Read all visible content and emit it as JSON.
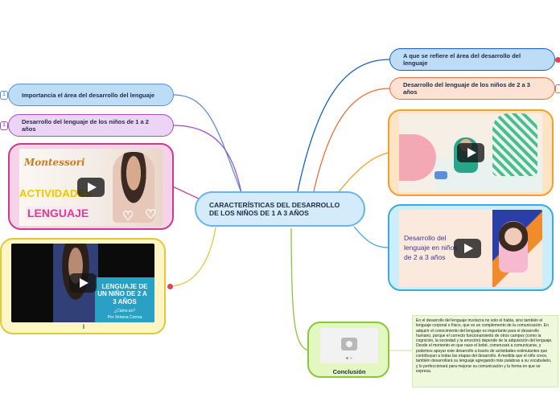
{
  "colors": {
    "central_fill": "#d4ebfb",
    "central_border": "#6bb3e8",
    "blue_fill": "#bddcf6",
    "blue_border": "#5b8fd6",
    "purple_fill": "#ecd4f5",
    "purple_border": "#a04fc7",
    "pink_fill": "#f6d3e8",
    "pink_border": "#cc3a8c",
    "yellow_fill": "#fcf6c6",
    "yellow_border": "#e2c83a",
    "red_fill": "#fde2e2",
    "red_border": "#e0464f",
    "salmon_fill": "#fde1d3",
    "salmon_border": "#ec6e3c",
    "orange_fill": "#fde4c4",
    "orange_border": "#f3a02a",
    "cyan_fill": "#cceefa",
    "cyan_border": "#3ea9dc",
    "green_fill": "#e3f7c1",
    "green_border": "#8cc63b"
  },
  "central": {
    "title": "CARACTERÍSTICAS DEL DESARROLLO DE LOS NIÑOS DE 1 A 3 AÑOS"
  },
  "left": {
    "importancia": {
      "label": "Importancia el área del desarrollo del lenguaje",
      "tag": "1"
    },
    "desarrollo_1_2": {
      "label": "Desarrollo del lenguaje de los niños de 1 a 2 años",
      "tag": "1"
    },
    "video_montessori": {
      "icon": "video-thumbnail-icon",
      "title_line1": "Montessori",
      "title_line2": "ACTIVIDADES",
      "title_line3": "LENGUAJE"
    },
    "video_lenguaje_2_3": {
      "icon": "video-thumbnail-icon",
      "line1": "LENGUAJE DE",
      "line2": "UN NIÑO DE 2 A",
      "line3": "3 AÑOS",
      "line4": "¿Cómo es?",
      "line5": "Por Ximena Correa",
      "caption": "l"
    }
  },
  "right": {
    "a_que_se_refiere": {
      "label": "A que se refiere  el área del desarrollo del lenguaje"
    },
    "desarrollo_2_3": {
      "label": "Desarrollo del lenguaje de los niños de 2 a 3 años"
    },
    "video_bebe": {
      "icon": "video-thumbnail-icon"
    },
    "video_nina": {
      "icon": "video-thumbnail-icon",
      "line1": "Desarrollo del",
      "line2": "lenguaje en niños",
      "line3": "de 2 a 3 años"
    },
    "conclusion": {
      "label": "Conclusión",
      "icon": "image-placeholder-icon",
      "note": "En el desarrollo del lenguaje involucra no solo el habla, sino también el lenguaje corporal o físico, que es un complemento de la comunicación. En adquirir el conocimiento del lenguaje es importante para el desarrollo humano, porque el correcto funcionamiento de otros campos (como la cognición, la sociedad y la emoción) depende de la adquisición del lenguaje. Desde el momento en que nace el bebé, comenzará a comunicarse, y podemos apoyar este desarrollo a través de actividades estimulantes que contribuyan a todas las etapas del desarrollo. A medida que el niño crece, también desarrollará su lenguaje agregando más palabras a su vocabulario, y lo perfeccionará para mejorar su comunicación y la forma en que se expresa."
    }
  }
}
